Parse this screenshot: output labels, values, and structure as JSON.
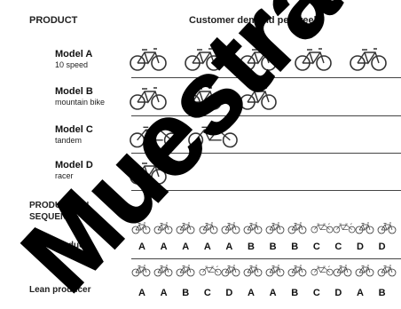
{
  "header": {
    "product": "PRODUCT",
    "demand": "Customer demand per week"
  },
  "models": [
    {
      "name": "Model A",
      "sub": "10 speed",
      "bike_count": 5
    },
    {
      "name": "Model B",
      "sub": "mountain bike",
      "bike_count": 3
    },
    {
      "name": "Model C",
      "sub": "tandem",
      "bike_count": 2
    },
    {
      "name": "Model D",
      "sub": "racer",
      "bike_count": 1
    }
  ],
  "production": {
    "title_line1": "PRODUCTION",
    "title_line2": "SEQUENCE",
    "mass_label": "Mass producer",
    "mass_sequence": [
      "A",
      "A",
      "A",
      "A",
      "A",
      "B",
      "B",
      "B",
      "C",
      "C",
      "D",
      "D"
    ],
    "lean_label": "Lean producer",
    "lean_sequence": [
      "A",
      "A",
      "B",
      "C",
      "D",
      "A",
      "A",
      "B",
      "C",
      "D",
      "A",
      "B"
    ]
  },
  "watermark": "Muestra"
}
